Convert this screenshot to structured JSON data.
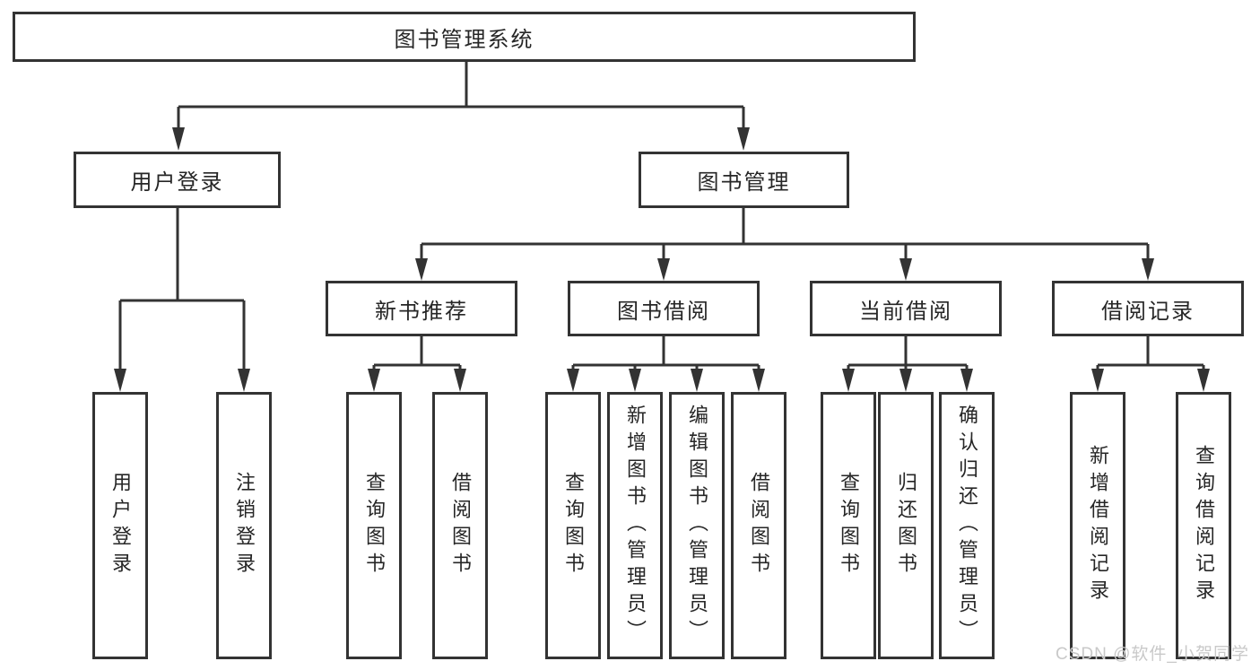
{
  "diagram": {
    "title_node": "图书管理系统",
    "nodes": {
      "root": "图书管理系统",
      "user_login": "用户登录",
      "book_management": "图书管理",
      "new_book_recommend": "新书推荐",
      "book_borrow": "图书借阅",
      "current_borrow": "当前借阅",
      "borrow_records": "借阅记录",
      "leaf_user_login": "用户登录",
      "leaf_logout": "注销登录",
      "nb_query": "查询图书",
      "nb_borrow": "借阅图书",
      "bb_query": "查询图书",
      "bb_add": "新增图书（管理员）",
      "bb_edit": "编辑图书（管理员）",
      "bb_borrow": "借阅图书",
      "cb_query": "查询图书",
      "cb_return": "归还图书",
      "cb_confirm": "确认归还（管理员）",
      "br_add": "新增借阅记录",
      "br_query": "查询借阅记录"
    },
    "structure": {
      "root": [
        "user_login",
        "book_management"
      ],
      "user_login": [
        "leaf_user_login",
        "leaf_logout"
      ],
      "book_management": [
        "new_book_recommend",
        "book_borrow",
        "current_borrow",
        "borrow_records"
      ],
      "new_book_recommend": [
        "nb_query",
        "nb_borrow"
      ],
      "book_borrow": [
        "bb_query",
        "bb_add",
        "bb_edit",
        "bb_borrow"
      ],
      "current_borrow": [
        "cb_query",
        "cb_return",
        "cb_confirm"
      ],
      "borrow_records": [
        "br_add",
        "br_query"
      ]
    }
  },
  "watermark": {
    "text": "CSDN @软件_小贺同学"
  },
  "colors": {
    "line": "#333333",
    "text": "#262626",
    "watermark": "#c9c9c9",
    "background": "#ffffff"
  }
}
